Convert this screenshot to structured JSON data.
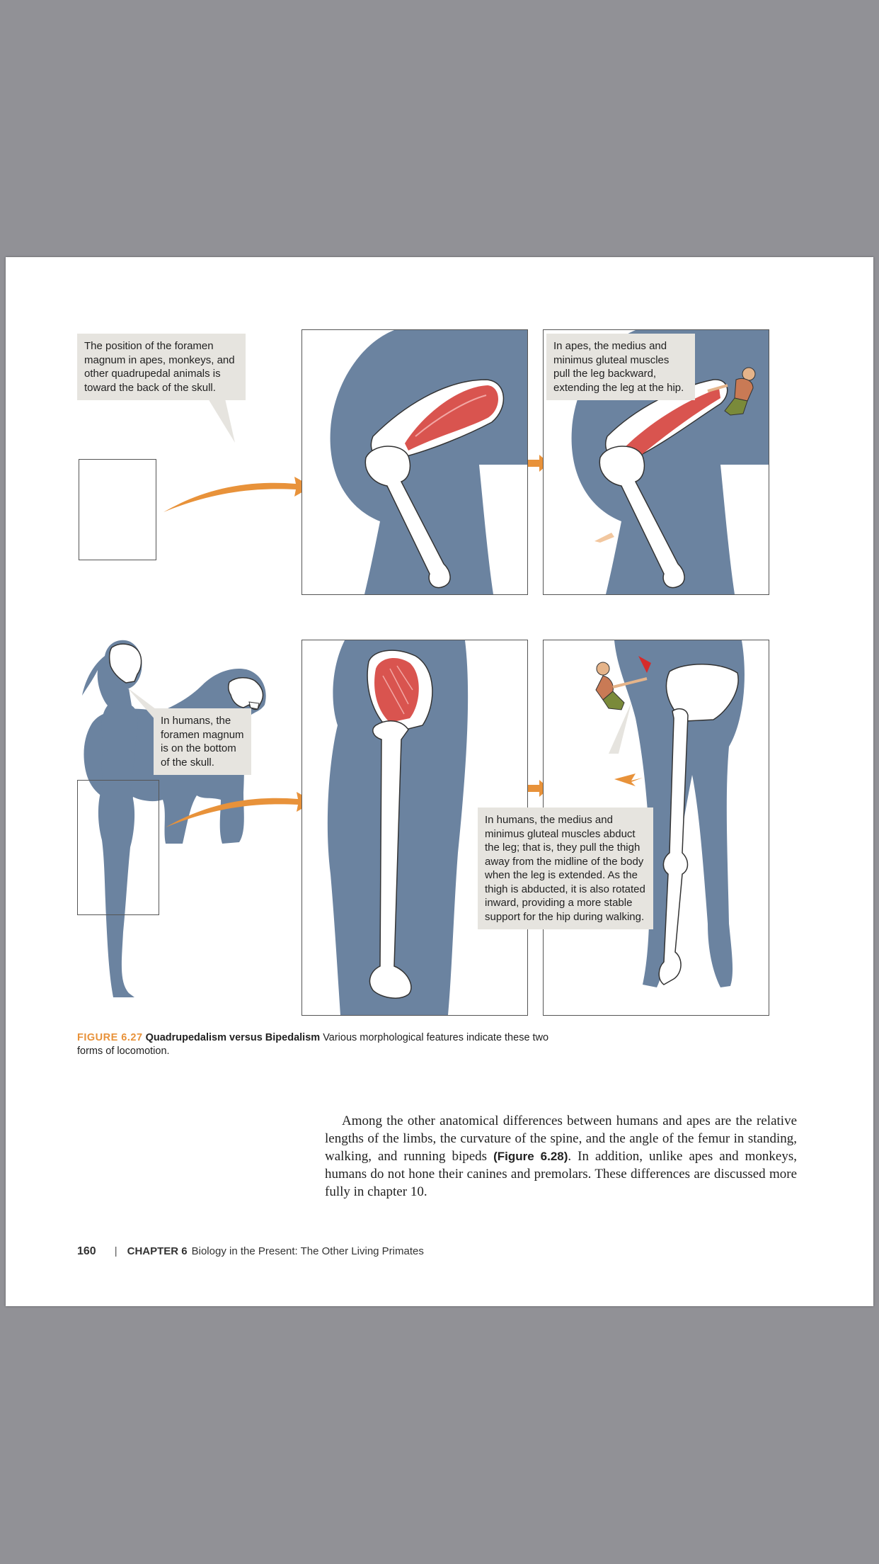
{
  "figure": {
    "callouts": {
      "ape_foramen": "The position of the foramen magnum in apes, monkeys, and other quadrupedal animals is toward the back of the skull.",
      "ape_gluteal": "In apes, the medius and minimus gluteal muscles pull the leg backward, extending the leg at the hip.",
      "human_foramen": "In humans, the foramen magnum is on the bottom of the skull.",
      "human_gluteal": "In humans, the medius and minimus gluteal muscles abduct the leg; that is, they pull the thigh away from the midline of the body when the leg is extended. As the thigh is abducted, it is also rotated inward, providing a more stable support for the hip during walking."
    },
    "caption": {
      "number": "FIGURE 6.27",
      "title": "Quadrupedalism versus Bipedalism",
      "text": "Various morphological features indicate these two forms of locomotion."
    }
  },
  "body": {
    "text_before": "Among the other anatomical differences between humans and apes are the relative lengths of the limbs, the curvature of the spine, and the angle of the femur in standing, walking, and running bipeds ",
    "ref": "(Figure 6.28)",
    "text_after": ". In addition, unlike apes and monkeys, humans do not hone their canines and premolars. These differences are discussed more fully in chapter 10."
  },
  "footer": {
    "page_number": "160",
    "chapter_label": "CHAPTER 6",
    "chapter_title": "Biology in the Present: The Other Living Primates"
  },
  "colors": {
    "silhouette": "#6b83a0",
    "accent_orange": "#e8923a",
    "muscle_red": "#d9544f",
    "callout_bg": "#e6e4df"
  }
}
